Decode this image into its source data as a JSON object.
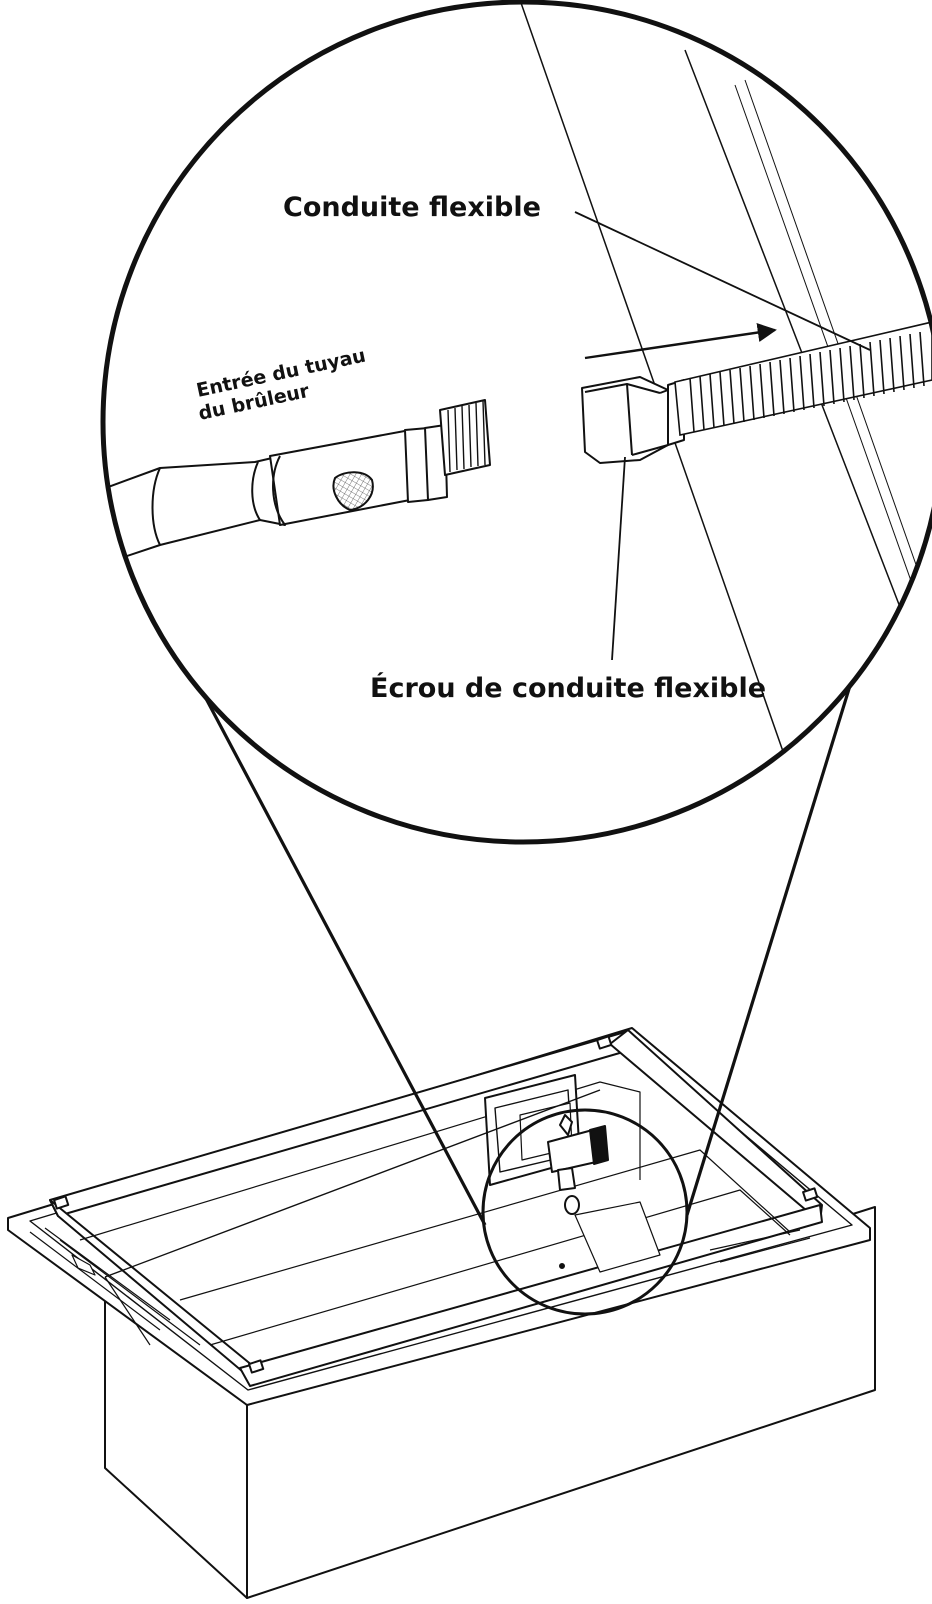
{
  "labels": {
    "flex_line": "Conduite flexible",
    "burner_inlet_line1": "Entrée du tuyau",
    "burner_inlet_line2": "du brûleur",
    "flex_nut": "Écrou de conduite flexible"
  },
  "colors": {
    "ink": "#111111",
    "background": "#ffffff",
    "mesh": "#9a9a9a"
  },
  "icons": {
    "direction": "arrow-right-icon"
  }
}
